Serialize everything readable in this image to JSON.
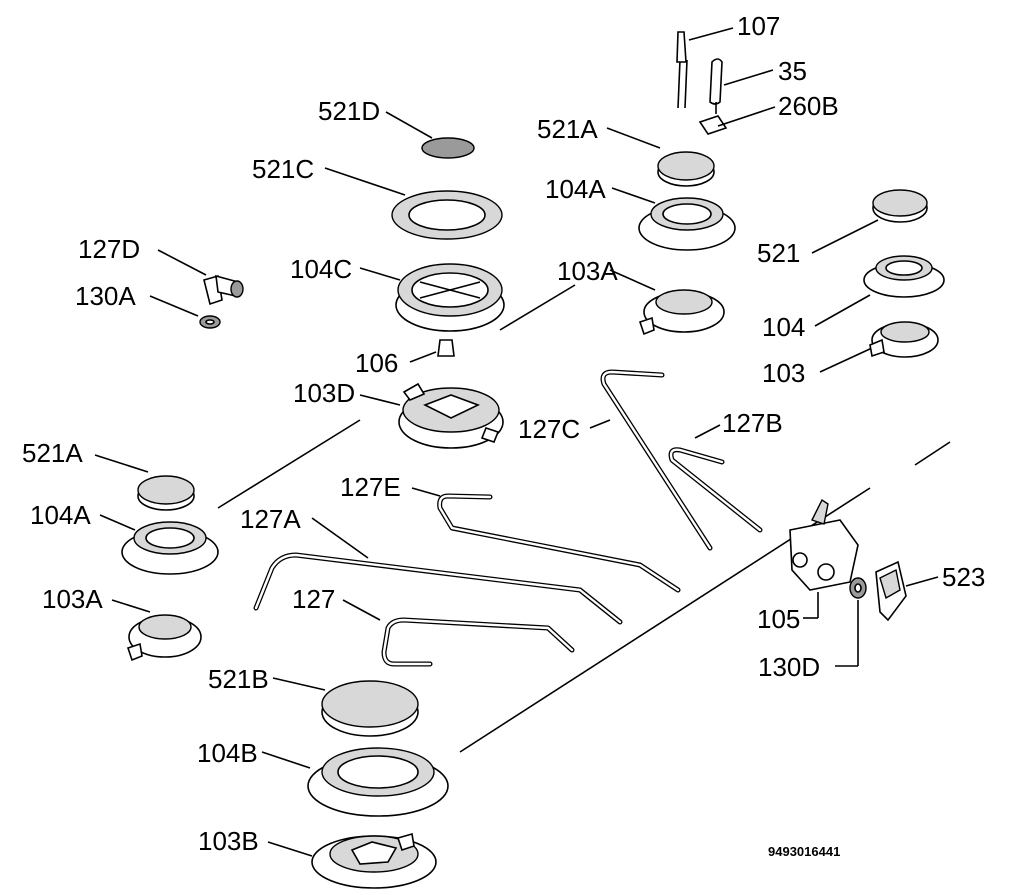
{
  "labels": {
    "p107": "107",
    "p35": "35",
    "p260b": "260B",
    "p521d": "521D",
    "p521a_top": "521A",
    "p521c": "521C",
    "p104a_top": "104A",
    "p521": "521",
    "p127d": "127D",
    "p104c": "104C",
    "p103a_top": "103A",
    "p130a": "130A",
    "p104": "104",
    "p103": "103",
    "p106": "106",
    "p103d": "103D",
    "p127c": "127C",
    "p127b": "127B",
    "p521a_left": "521A",
    "p127e": "127E",
    "p104a_left": "104A",
    "p127a": "127A",
    "p523": "523",
    "p103a_left": "103A",
    "p127": "127",
    "p105": "105",
    "p130d": "130D",
    "p521b": "521B",
    "p104b": "104B",
    "p103b": "103B"
  },
  "drawing_number": "9493016441",
  "colors": {
    "ink": "#000000",
    "paper": "#ffffff",
    "shade": "#d8d8d8",
    "dark": "#9a9a9a"
  }
}
